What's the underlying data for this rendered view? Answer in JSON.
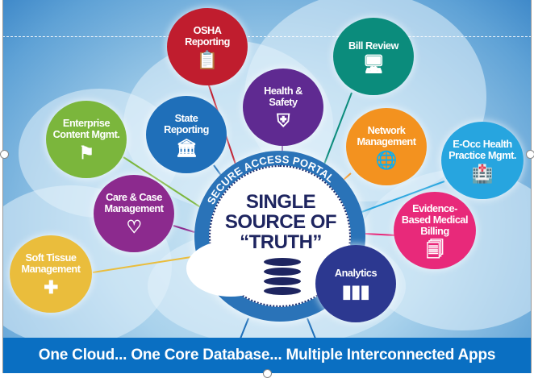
{
  "center": {
    "portal_label": "SECURE ACCESS PORTAL",
    "title_lines": [
      "SINGLE",
      "SOURCE OF",
      "“TRUTH”"
    ],
    "icon": "database-icon"
  },
  "apps": [
    {
      "label": "OSHA Reporting",
      "icon": "clipboard-check-icon",
      "color": "#c01d2e"
    },
    {
      "label": "Bill Review",
      "icon": "monitor-billing-icon",
      "color": "#0b8c7c"
    },
    {
      "label": "Health & Safety",
      "icon": "medical-shield-icon",
      "color": "#5f2a91"
    },
    {
      "label": "State Reporting",
      "icon": "government-building-icon",
      "color": "#1f6fb9"
    },
    {
      "label": "Enterprise Content Mgmt.",
      "icon": "content-sign-icon",
      "color": "#7bb63c"
    },
    {
      "label": "Network Management",
      "icon": "network-globe-icon",
      "color": "#f3921f"
    },
    {
      "label": "E-Occ Health Practice Mgmt.",
      "icon": "clinic-icon",
      "color": "#27a5df"
    },
    {
      "label": "Care & Case Management",
      "icon": "heart-hand-icon",
      "color": "#8c2a8e"
    },
    {
      "label": "Evidence-Based Medical Billing",
      "icon": "documents-icon",
      "color": "#e8297a"
    },
    {
      "label": "Soft Tissue Management",
      "icon": "first-aid-kit-icon",
      "color": "#eabd3c"
    },
    {
      "label": "Analytics",
      "icon": "bar-chart-icon",
      "color": "#2c3890"
    }
  ],
  "banner": "One Cloud... One Core Database... Multiple Interconnected Apps"
}
